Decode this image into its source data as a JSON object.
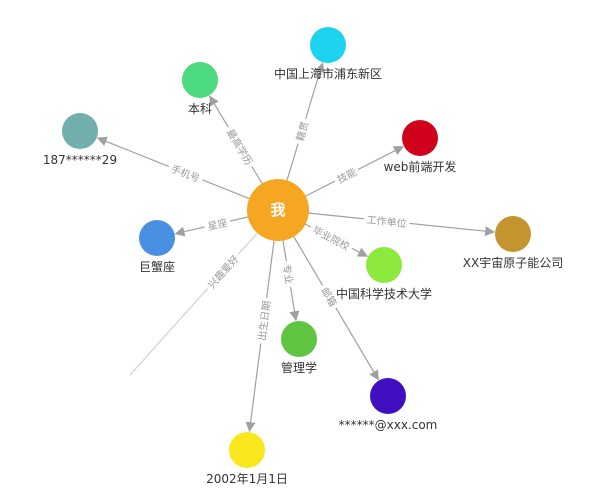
{
  "graph": {
    "center": {
      "id": "me",
      "label": "我",
      "color": "#F5A623"
    },
    "edge_color": "#A0A0A0",
    "nodes": [
      {
        "id": "address",
        "label": "中国上海市浦东新区",
        "edge": "籍贯",
        "color": "#1DD3F0"
      },
      {
        "id": "degree",
        "label": "本科",
        "edge": "最高学历",
        "color": "#4CD97F"
      },
      {
        "id": "phone",
        "label": "187******29",
        "edge": "手机号",
        "color": "#72AFAC"
      },
      {
        "id": "skill",
        "label": "web前端开发",
        "edge": "技能",
        "color": "#D0021B"
      },
      {
        "id": "company",
        "label": "XX宇宙原子能公司",
        "edge": "工作单位",
        "color": "#C4952F"
      },
      {
        "id": "school",
        "label": "中国科学技术大学",
        "edge": "毕业院校",
        "color": "#8BEA3C"
      },
      {
        "id": "zodiac",
        "label": "巨蟹座",
        "edge": "星座",
        "color": "#4A90E2"
      },
      {
        "id": "hobby",
        "label": "",
        "edge": "兴趣爱好",
        "color": "#FFFFFF"
      },
      {
        "id": "birthday",
        "label": "2002年1月1日",
        "edge": "出生日期",
        "color": "#F8E71C"
      },
      {
        "id": "major",
        "label": "管理学",
        "edge": "专业",
        "color": "#5DC540"
      },
      {
        "id": "email",
        "label": "******@xxx.com",
        "edge": "邮箱",
        "color": "#4010C0"
      }
    ]
  }
}
